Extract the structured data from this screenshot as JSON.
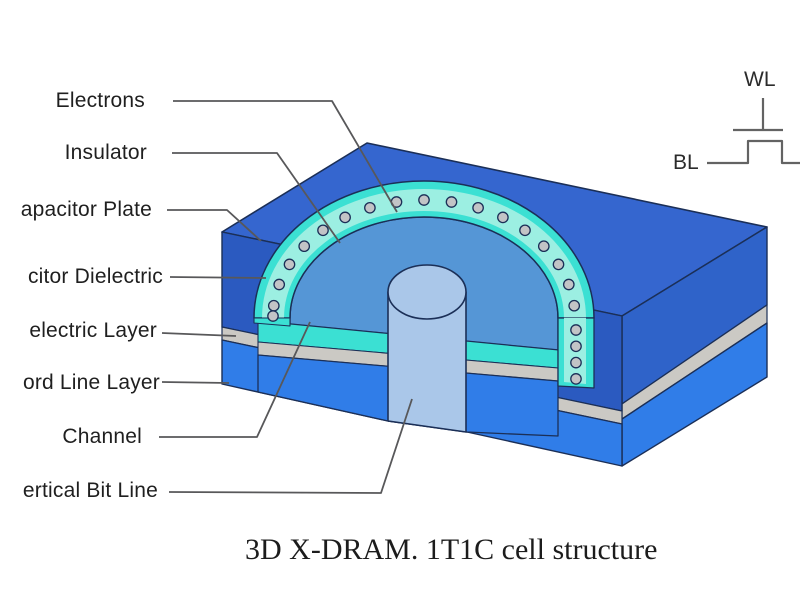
{
  "diagram": {
    "caption": "3D X-DRAM. 1T1C cell structure",
    "labels": [
      {
        "id": "electrons",
        "text": "Electrons"
      },
      {
        "id": "insulator",
        "text": "Insulator"
      },
      {
        "id": "capacitor-plate",
        "text": "apacitor Plate"
      },
      {
        "id": "capacitor-dielectric",
        "text": "citor Dielectric"
      },
      {
        "id": "dielectric-layer",
        "text": "electric Layer"
      },
      {
        "id": "word-line-layer",
        "text": "ord Line Layer"
      },
      {
        "id": "channel",
        "text": "Channel"
      },
      {
        "id": "vertical-bit-line",
        "text": "ertical Bit Line"
      }
    ],
    "circuit": {
      "word_line_label": "WL",
      "bit_line_label": "BL"
    },
    "electrons": {
      "arc_count": 17,
      "right_leg_count": 4,
      "left_leg_count": 1
    },
    "colors": {
      "top_face": "#3566cf",
      "front_face": "#2b5ac0",
      "right_face": "#2f63c9",
      "word_line_blue": "#307de8",
      "dielectric_gray": "#cbc9c4",
      "channel_turquoise": "#3be0d3",
      "insulator_band": "#9cefe2",
      "dome_blue": "#5596d6",
      "bit_line_blue": "#aac7e9",
      "outline_navy": "#1b2f57",
      "leader_gray": "#58585a",
      "electron_fill": "#c2c4c6",
      "circuit_gray": "#636363"
    }
  }
}
